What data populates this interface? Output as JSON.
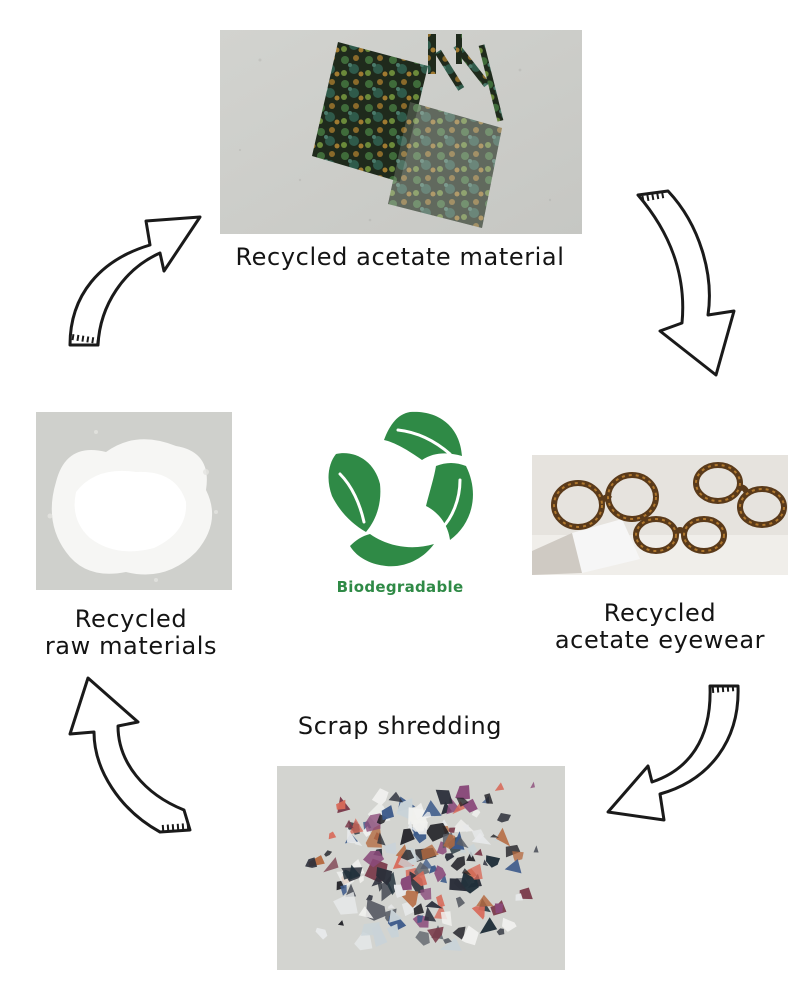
{
  "steps": {
    "acetate_material": {
      "label": "Recycled acetate material"
    },
    "eyewear": {
      "label": "Recycled\nacetate eyewear"
    },
    "shredding": {
      "label": "Scrap shredding"
    },
    "raw_materials": {
      "label": "Recycled\nraw materials"
    }
  },
  "center": {
    "label": "Biodegradable",
    "icon": "recycle-leaves-icon"
  },
  "colors": {
    "leaf_green": "#2f8a46",
    "stone_gray": "#cfd0cc",
    "arrow_outline": "#1a1a1a"
  }
}
